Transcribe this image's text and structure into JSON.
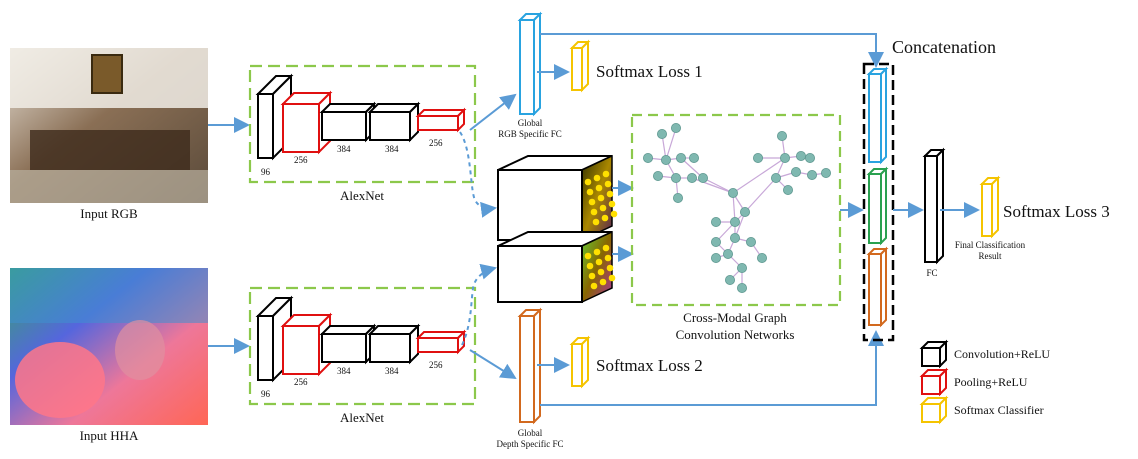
{
  "inputs": {
    "rgb_label": "Input RGB",
    "hha_label": "Input HHA"
  },
  "alexnet": {
    "name": "AlexNet",
    "layer_sizes": [
      "96",
      "256",
      "384",
      "384",
      "256"
    ]
  },
  "fc": {
    "rgb_line1": "Global",
    "rgb_line2": "RGB Specific FC",
    "depth_line1": "Global",
    "depth_line2": "Depth Specific FC",
    "final_fc": "FC"
  },
  "losses": {
    "loss1": "Softmax  Loss 1",
    "loss2": "Softmax  Loss 2",
    "loss3": "Softmax  Loss 3"
  },
  "gcn": {
    "line1": "Cross-Modal Graph",
    "line2": "Convolution Networks"
  },
  "concat_label": "Concatenation",
  "final_result": {
    "line1": "Final Classification",
    "line2": "Result"
  },
  "legend": [
    {
      "label": "Convolution+ReLU",
      "color": "#000000"
    },
    {
      "label": "Pooling+ReLU",
      "color": "#e01010"
    },
    {
      "label": "Softmax Classifier",
      "color": "#f5c400"
    }
  ],
  "colors": {
    "arrow": "#5b9bd5",
    "dashed_box": "#8cc84b",
    "rgb_fc": "#29a3e0",
    "depth_fc": "#d2691e",
    "gcn_node": "#7fb8b0",
    "gcn_edge": "#c8a8d8"
  }
}
